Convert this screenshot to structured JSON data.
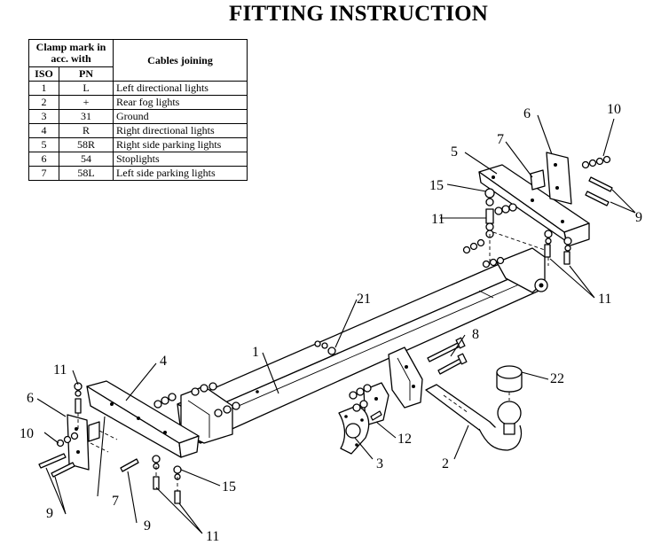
{
  "title": "FITTING INSTRUCTION",
  "table": {
    "header_clamp": "Clamp mark in acc. with",
    "header_cables": "Cables joining",
    "header_iso": "ISO",
    "header_pn": "PN",
    "rows": [
      {
        "iso": "1",
        "pn": "L",
        "cable": "Left directional lights"
      },
      {
        "iso": "2",
        "pn": "+",
        "cable": "Rear fog lights"
      },
      {
        "iso": "3",
        "pn": "31",
        "cable": "Ground"
      },
      {
        "iso": "4",
        "pn": "R",
        "cable": "Right directional lights"
      },
      {
        "iso": "5",
        "pn": "58R",
        "cable": "Right side parking lights"
      },
      {
        "iso": "6",
        "pn": "54",
        "cable": "Stoplights"
      },
      {
        "iso": "7",
        "pn": "58L",
        "cable": "Left side parking lights"
      }
    ]
  },
  "callouts": {
    "c1": "1",
    "c2": "2",
    "c3": "3",
    "c4": "4",
    "c5": "5",
    "c6_right": "6",
    "c6_left": "6",
    "c7_right": "7",
    "c7_left": "7",
    "c8": "8",
    "c9_right": "9",
    "c9_left": "9",
    "c9_left_bottom": "9",
    "c10_right": "10",
    "c10_left": "10",
    "c11_right_top": "11",
    "c11_right_bottom": "11",
    "c11_left_top": "11",
    "c11_left_bottom": "11",
    "c12": "12",
    "c15_right": "15",
    "c15_left": "15",
    "c21": "21",
    "c22": "22"
  }
}
